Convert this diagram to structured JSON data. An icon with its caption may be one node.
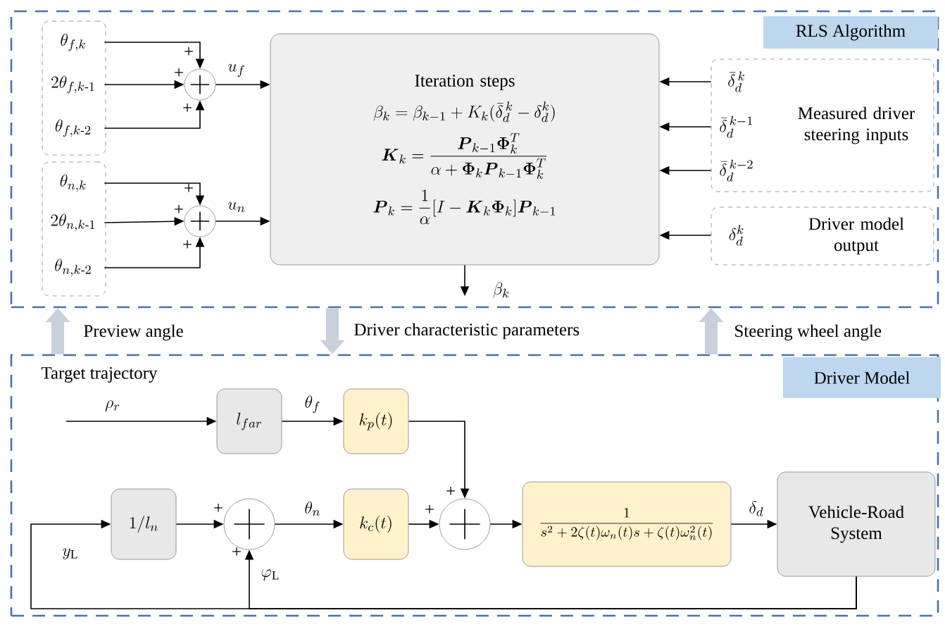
{
  "diagram": {
    "nodes": [
      {
        "text": [
          "RLS Algorithm"
        ]
      },
      {
        "text": [],
        "shape": "box",
        "in": 0
      },
      {
        "text": [
          "\\theta_{f,k}"
        ],
        "in": 1
      },
      {
        "text": [
          "2\\theta_{f,k\\text{-}1}"
        ],
        "in": 1
      },
      {
        "text": [
          "\\theta_{f,k\\text{-}2}"
        ],
        "in": 1
      },
      {
        "text": [],
        "shape": "box",
        "in": 0
      },
      {
        "text": [
          "\\theta_{n,k}"
        ],
        "in": 5
      },
      {
        "text": [
          "2\\theta_{n,k\\text{-}1}"
        ],
        "in": 5
      },
      {
        "text": [
          "\\theta_{n,k\\text{-}2}"
        ],
        "in": 5
      },
      {
        "text": [],
        "shape": "circle",
        "in": 0
      },
      {
        "text": [],
        "shape": "circle",
        "in": 0
      },
      {
        "text": [
          "Iteration steps",
          "\\beta_k = \\beta_{k-1} + K_k(\\bar{\\delta}_d^{\\,k} - \\delta_d^k)",
          "\\boldsymbol{K}_k = \\frac{\\boldsymbol{P}_{k-1}\\boldsymbol{\\Phi}_k^T}{\\alpha + \\boldsymbol{\\Phi}_k\\boldsymbol{P}_{k-1}\\boldsymbol{\\Phi}_k^T}",
          "\\boldsymbol{P}_k = \\frac{1}{\\alpha}[I - \\boldsymbol{K}_k\\boldsymbol{\\Phi}_k]\\boldsymbol{P}_{k-1}"
        ],
        "in": 0
      },
      {
        "text": [
          "Measured driver steering inputs"
        ],
        "in": 0
      },
      {
        "text": [
          "\\bar{\\delta}_d^{\\,k}"
        ],
        "in": 12
      },
      {
        "text": [
          "\\bar{\\delta}_d^{\\,k-1}"
        ],
        "in": 12
      },
      {
        "text": [
          "\\bar{\\delta}_d^{\\,k-2}"
        ],
        "in": 12
      },
      {
        "text": [
          "Driver model output"
        ],
        "in": 0
      },
      {
        "text": [
          "\\delta_d^k"
        ],
        "in": 16
      },
      {
        "text": [
          "Driver Model"
        ]
      },
      {
        "text": [
          "l_{far}"
        ],
        "in": 18
      },
      {
        "text": [
          "k_p(t)"
        ],
        "in": 18
      },
      {
        "text": [
          "1/l_n"
        ],
        "in": 18
      },
      {
        "text": [],
        "shape": "circle",
        "in": 18
      },
      {
        "text": [
          "k_c(t)"
        ],
        "in": 18
      },
      {
        "text": [],
        "shape": "circle",
        "in": 18
      },
      {
        "text": [
          "\\frac{1}{s^2+2\\zeta(t)\\omega_n(t)s+\\zeta(t)\\omega_n^2(t)}"
        ],
        "in": 18
      },
      {
        "text": [
          "Vehicle-Road System"
        ],
        "in": 18
      }
    ],
    "edges": [
      {
        "from": 2,
        "to": 9,
        "arrow": "to",
        "label": "+"
      },
      {
        "from": 3,
        "to": 9,
        "arrow": "to",
        "label": "+"
      },
      {
        "from": 4,
        "to": 9,
        "arrow": "to",
        "label": "+"
      },
      {
        "from": 9,
        "to": 11,
        "arrow": "to",
        "label": "u_f"
      },
      {
        "from": 6,
        "to": 10,
        "arrow": "to",
        "label": "+"
      },
      {
        "from": 7,
        "to": 10,
        "arrow": "to",
        "label": "+"
      },
      {
        "from": 8,
        "to": 10,
        "arrow": "to",
        "label": "+"
      },
      {
        "from": 10,
        "to": 11,
        "arrow": "to",
        "label": "u_n"
      },
      {
        "from": 13,
        "to": 11,
        "arrow": "to"
      },
      {
        "from": 14,
        "to": 11,
        "arrow": "to"
      },
      {
        "from": 15,
        "to": 11,
        "arrow": "to"
      },
      {
        "from": 17,
        "to": 11,
        "arrow": "to"
      },
      {
        "from": 11,
        "to": null,
        "arrow": "to",
        "label": "\\beta_k"
      },
      {
        "from": 18,
        "to": 0,
        "arrow": "to",
        "label": "Preview angle",
        "style": "thick",
        "color": "#c9d0dc"
      },
      {
        "from": 0,
        "to": 18,
        "arrow": "to",
        "label": "Driver characteristic parameters",
        "style": "thick",
        "color": "#c9d0dc"
      },
      {
        "from": 18,
        "to": 0,
        "arrow": "to",
        "label": "Steering wheel angle",
        "style": "thick",
        "color": "#c9d0dc"
      },
      {
        "from": null,
        "to": 19,
        "arrow": "to",
        "label": "\\rho_r"
      },
      {
        "from": 19,
        "to": 20,
        "arrow": "to",
        "label": "\\theta_f"
      },
      {
        "from": 20,
        "to": 24,
        "arrow": "to",
        "label": "+"
      },
      {
        "from": 21,
        "to": 22,
        "arrow": "to",
        "label": "+"
      },
      {
        "from": 22,
        "to": 23,
        "arrow": "to",
        "label": "\\theta_n"
      },
      {
        "from": 23,
        "to": 24,
        "arrow": "to",
        "label": "+"
      },
      {
        "from": 24,
        "to": 25,
        "arrow": "to"
      },
      {
        "from": 25,
        "to": 26,
        "arrow": "to",
        "label": "\\delta_d"
      },
      {
        "from": 26,
        "to": 21,
        "arrow": "to",
        "label": "y_{\\mathrm{L}}"
      },
      {
        "from": 26,
        "to": 22,
        "arrow": "to",
        "label": "\\varphi_{\\mathrm{L}}"
      }
    ],
    "labels": [
      "Target trajectory",
      "+"
    ]
  }
}
